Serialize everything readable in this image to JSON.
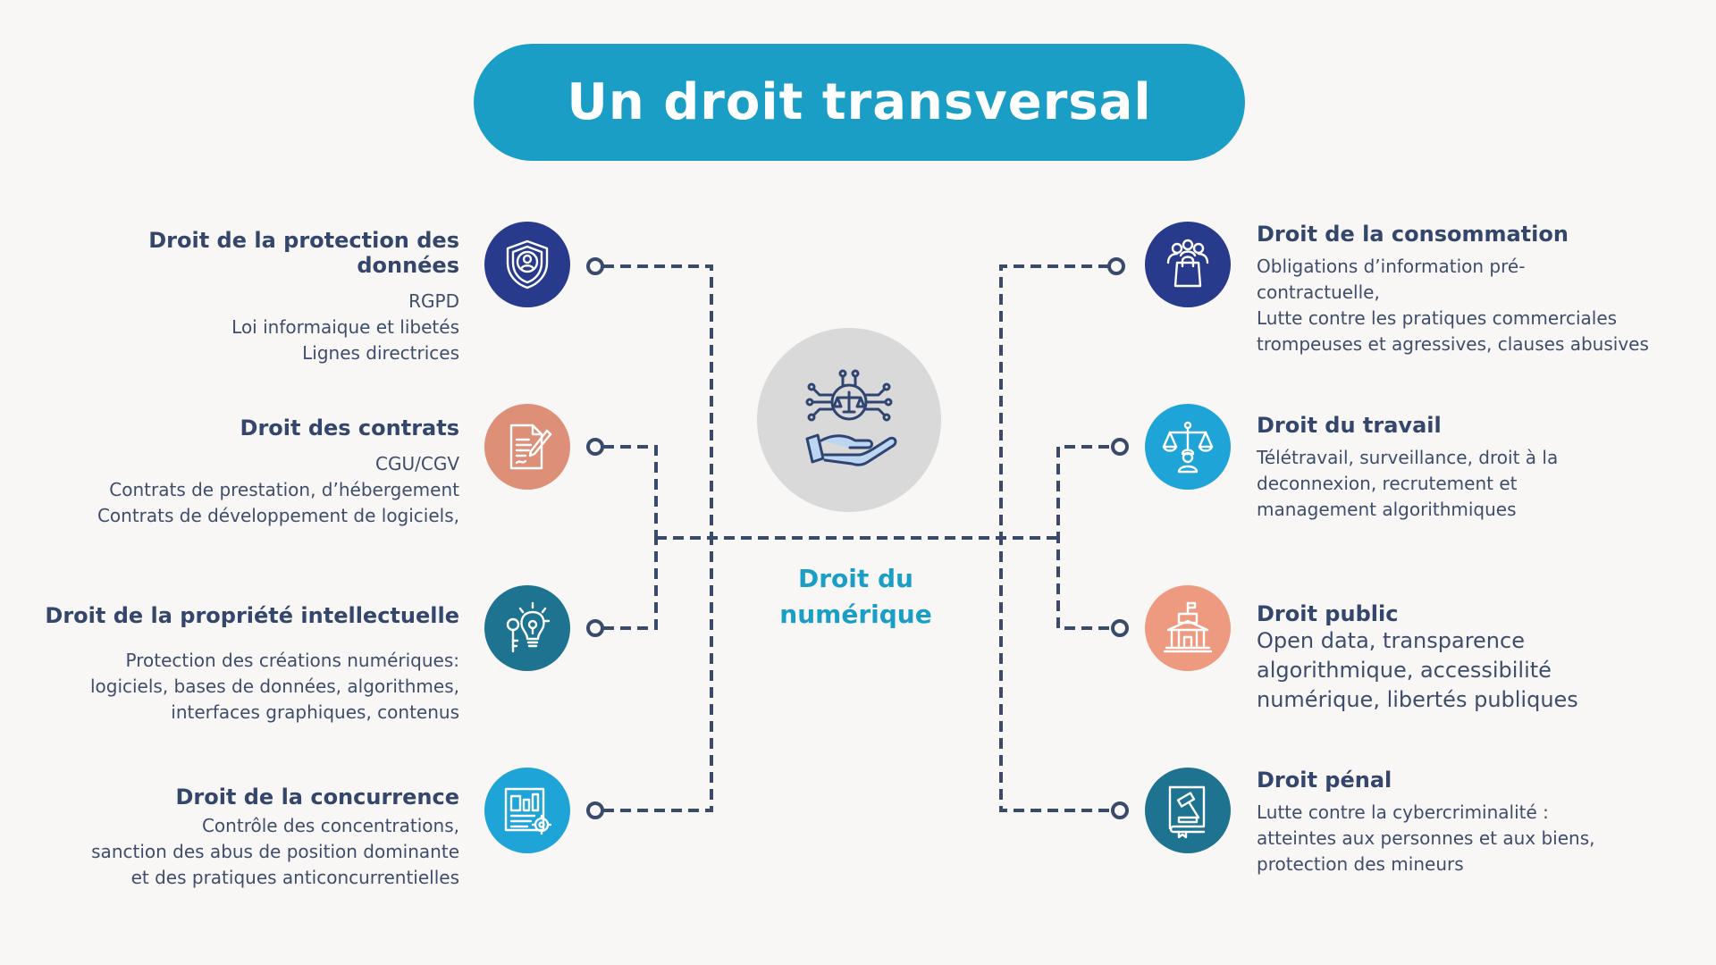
{
  "title": "Un droit transversal",
  "center_label": "Droit du\nnumérique",
  "colors": {
    "accent": "#1a9ec6",
    "navy": "#283a8c",
    "salmon": "#de8f78",
    "teal": "#1d7390",
    "sky": "#1ea4d6",
    "connector": "#3a4a6b",
    "center_bg": "#d9d9d9"
  },
  "left": [
    {
      "title": "Droit de la protection des données",
      "text": "RGPD\nLoi informaique et libetés\nLignes directrices",
      "icon": "shield-user-icon"
    },
    {
      "title": "Droit des contrats",
      "text": "CGU/CGV\nContrats de prestation, d’hébergement\nContrats de développement de logiciels,",
      "icon": "contract-document-icon"
    },
    {
      "title": "Droit de la propriété intellectuelle",
      "text": "Protection des créations numériques:\nlogiciels, bases de données, algorithmes,\ninterfaces graphiques, contenus",
      "icon": "lightbulb-key-icon"
    },
    {
      "title": "Droit de la concurrence",
      "text": "Contrôle des concentrations,\nsanction des abus de position dominante\net des pratiques anticoncurrentielles",
      "icon": "market-document-gear-icon"
    }
  ],
  "right": [
    {
      "title": "Droit de la consommation",
      "text": "Obligations d’information pré-\ncontractuelle,\nLutte contre les pratiques commerciales\ntrompeuses et agressives, clauses abusives",
      "icon": "consumers-bag-icon"
    },
    {
      "title": "Droit du travail",
      "text": "Télétravail, surveillance, droit à la\ndeconnexion, recrutement et\nmanagement algorithmiques",
      "icon": "scales-worker-icon"
    },
    {
      "title": "Droit public",
      "text": "Open data, transparence\nalgorithmique, accessibilité\nnumérique, libertés publiques",
      "icon": "government-building-icon"
    },
    {
      "title": "Droit pénal",
      "text": "Lutte contre la cybercriminalité :\natteintes aux personnes et aux biens,\nprotection des mineurs",
      "icon": "gavel-book-icon"
    }
  ]
}
